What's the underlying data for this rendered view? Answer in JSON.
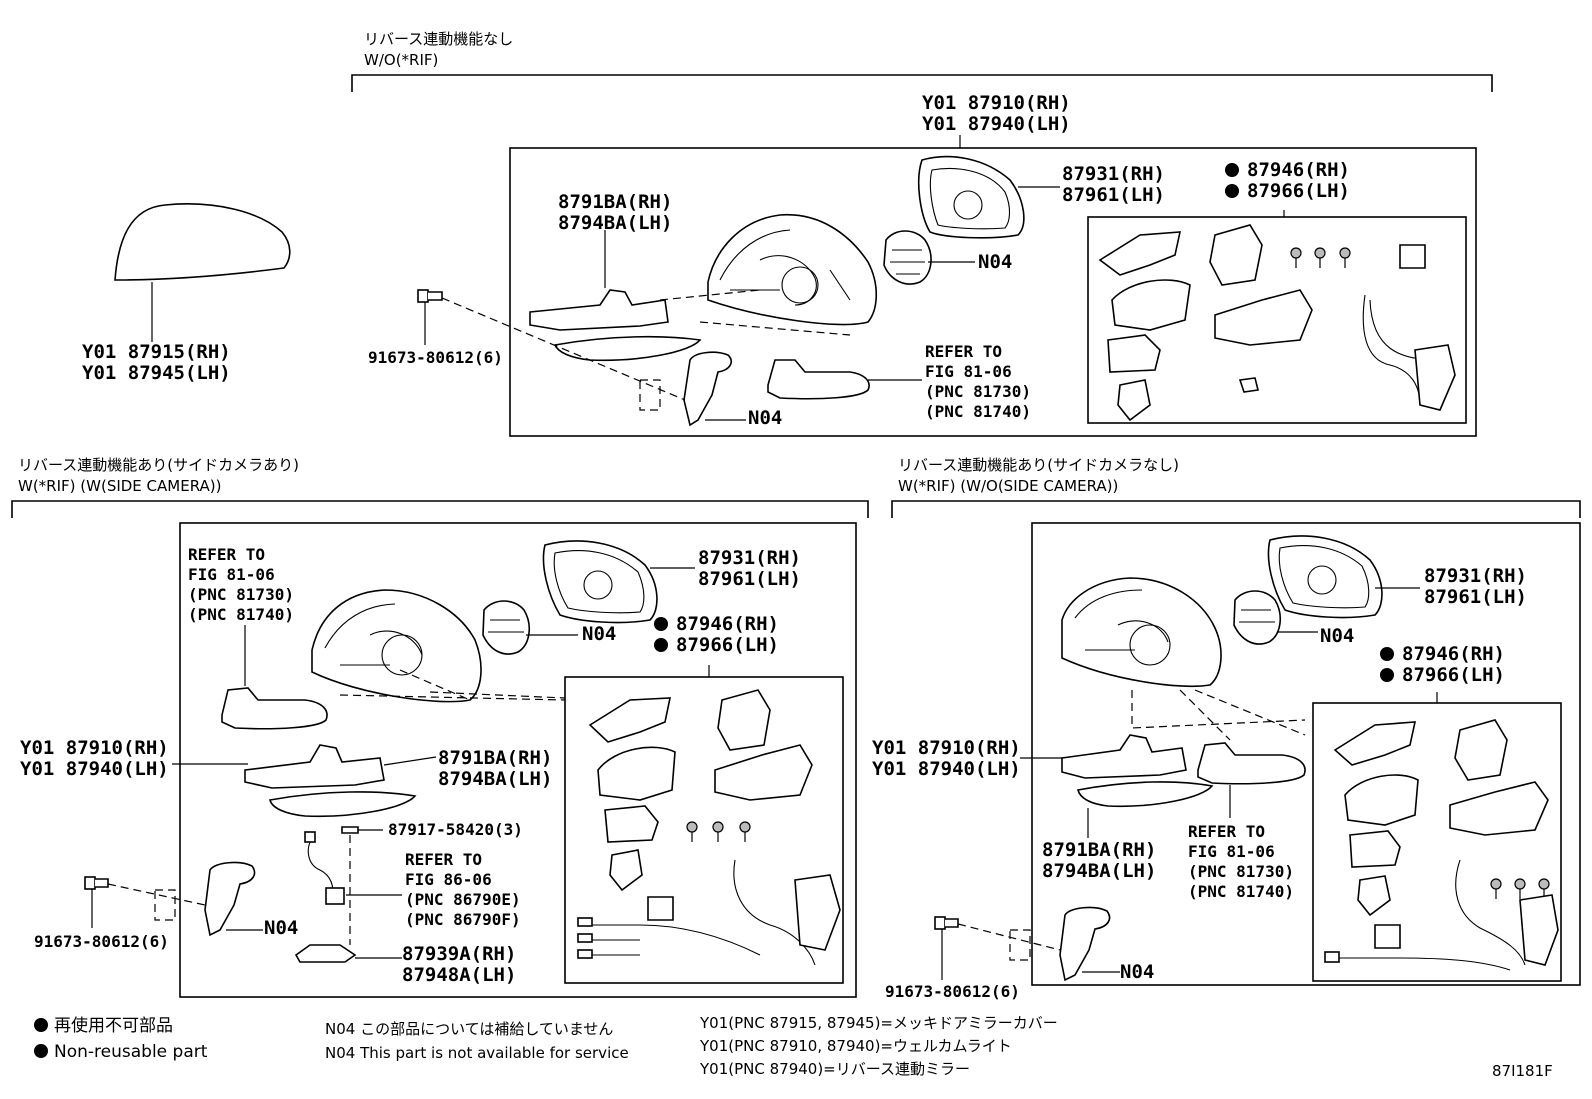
{
  "sections": {
    "top": {
      "title_jp": "リバース連動機能なし",
      "title_en": "W/O(*RIF)"
    },
    "left": {
      "title_jp": "リバース連動機能あり(サイドカメラあり)",
      "title_en": "W(*RIF) (W(SIDE CAMERA))"
    },
    "right": {
      "title_jp": "リバース連動機能あり(サイドカメラなし)",
      "title_en": "W(*RIF) (W/O(SIDE CAMERA))"
    }
  },
  "labels": {
    "cover": "Y01 87915(RH)\nY01 87945(LH)",
    "top_assy": "Y01 87910(RH)\nY01 87940(LH)",
    "top_base": "8791BA(RH)\n8794BA(LH)",
    "top_glass": "87931(RH)\n87961(LH)",
    "top_motor": "87946(RH)\n87966(LH)",
    "top_n04_a": "N04",
    "top_n04_b": "N04",
    "top_screw": "91673-80612(6)",
    "top_refer": "REFER TO\nFIG 81-06\n(PNC 81730)\n(PNC 81740)",
    "left_refer": "REFER TO\nFIG 81-06\n(PNC 81730)\n(PNC 81740)",
    "left_glass": "87931(RH)\n87961(LH)",
    "left_n04_a": "N04",
    "left_motor": "87946(RH)\n87966(LH)",
    "left_assy": "Y01 87910(RH)\nY01 87940(LH)",
    "left_base": "8791BA(RH)\n8794BA(LH)",
    "left_bolt": "87917-58420(3)",
    "left_refer2": "REFER TO\nFIG 86-06\n(PNC 86790E)\n(PNC 86790F)",
    "left_cam": "87939A(RH)\n87948A(LH)",
    "left_n04_b": "N04",
    "left_screw": "91673-80612(6)",
    "right_glass": "87931(RH)\n87961(LH)",
    "right_n04_a": "N04",
    "right_motor": "87946(RH)\n87966(LH)",
    "right_assy": "Y01 87910(RH)\nY01 87940(LH)",
    "right_base": "8791BA(RH)\n8794BA(LH)",
    "right_refer": "REFER TO\nFIG 81-06\n(PNC 81730)\n(PNC 81740)",
    "right_n04_b": "N04",
    "right_screw": "91673-80612(6)"
  },
  "legend": {
    "nonreusable_jp": "再使用不可部品",
    "nonreusable_en": "Non-reusable part",
    "n04_jp": "N04 この部品については補給していません",
    "n04_en": "N04 This part is not available for service",
    "y01_line1": "Y01(PNC 87915, 87945)=メッキドアミラーカバー",
    "y01_line2": "Y01(PNC 87910, 87940)=ウェルカムライト",
    "y01_line3": "Y01(PNC 87940)=リバース連動ミラー"
  },
  "figure_code": "87I181F"
}
